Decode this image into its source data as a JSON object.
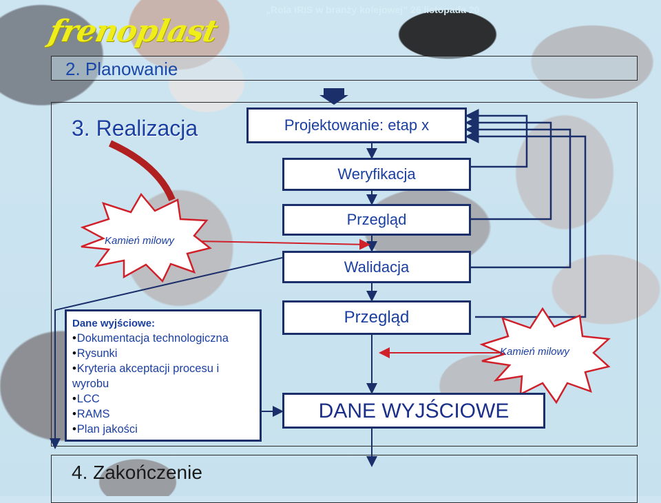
{
  "header": {
    "logo": "frenoplast",
    "event": "„Rola IRIS w branży kolejowej” 26 listopada 20"
  },
  "banner": {
    "title": "2. Planowanie"
  },
  "section": {
    "title": "3. Realizacja"
  },
  "flow": {
    "design": "Projektowanie: etap x",
    "verification": "Weryfikacja",
    "review1": "Przegląd",
    "validation": "Walidacja",
    "review2": "Przegląd",
    "outputs": "DANE WYJŚCIOWE"
  },
  "milestone": {
    "left": "Kamień milowy",
    "right": "Kamień milowy"
  },
  "output_data": {
    "title": "Dane wyjściowe:",
    "items": [
      "Dokumentacja technologiczna",
      "Rysunki",
      "Kryteria akceptacji procesu i",
      "wyrobu",
      "LCC",
      "RAMS",
      "Plan jakości"
    ]
  },
  "footer": {
    "title": "4. Zakończenie"
  },
  "colors": {
    "title_blue": "#1a3fa0",
    "box_border": "#1b2f6a",
    "arrow_red": "#d0202a",
    "logo_yellow": "#f0ee1a"
  }
}
